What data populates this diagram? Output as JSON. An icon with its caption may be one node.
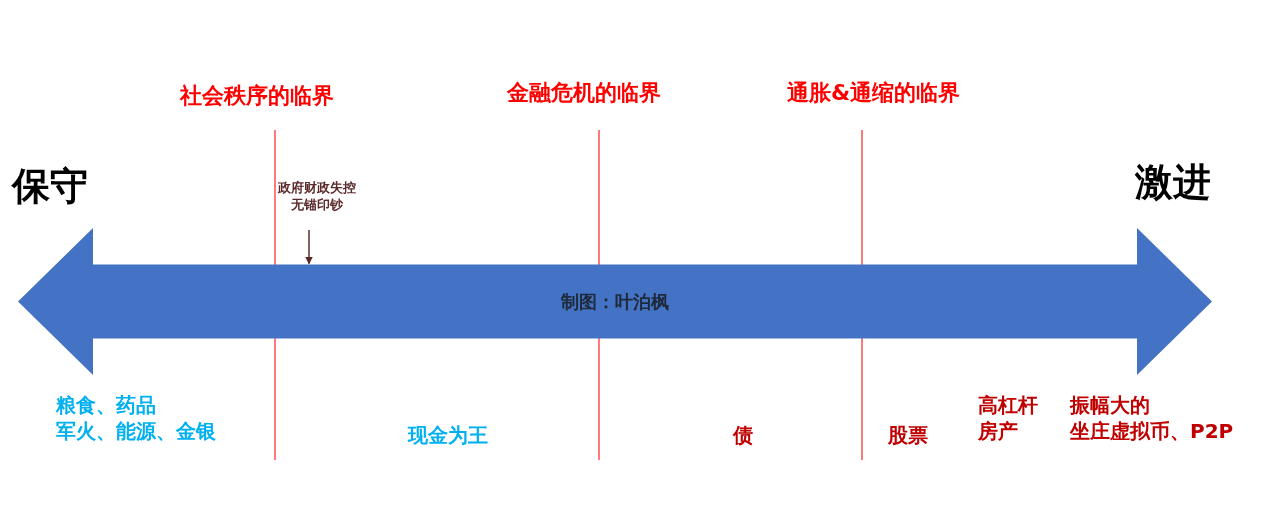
{
  "diagram": {
    "nodes": [
      {
        "text": [
          "制图：叶泊枫"
        ]
      },
      {
        "text": [
          "政府财政失控无锚印钞"
        ]
      }
    ],
    "edges": [
      {
        "from": 1,
        "to": 0,
        "arrow": "to"
      }
    ],
    "labels": [
      "社会秩序的临界",
      "金融危机的临界",
      "通胀&通缩的临界",
      "保守",
      "激进",
      "粮食、药品军火、能源、金银",
      "现金为王",
      "债",
      "股票",
      "高杠杆房产",
      "振幅大的坐庄虚拟币、P2P"
    ]
  }
}
